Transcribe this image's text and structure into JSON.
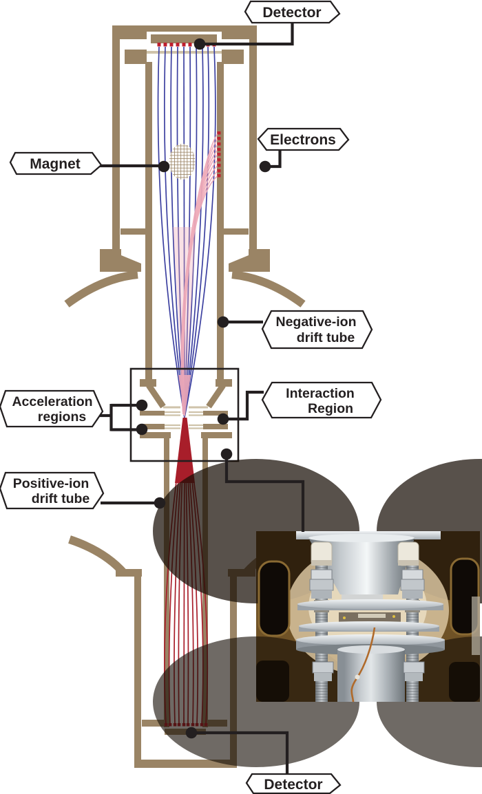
{
  "labels": {
    "detector_top": "Detector",
    "electrons": "Electrons",
    "magnet": "Magnet",
    "negative_drift_1": "Negative-ion",
    "negative_drift_2": "drift tube",
    "acceleration_1": "Acceleration",
    "acceleration_2": "regions",
    "interaction_1": "Interaction",
    "interaction_2": "Region",
    "positive_drift_1": "Positive-ion",
    "positive_drift_2": "drift tube",
    "detector_bottom": "Detector"
  },
  "colors": {
    "structure": "#9a8465",
    "structure-light": "#cfc3aa",
    "ink": "#231f20",
    "beam-negative": "#3c40a0",
    "beam-electron": "#efaab8",
    "beam-positive": "#a81e2a",
    "beam-marker": "#be1e2d",
    "label-bg": "#ffffff",
    "page-bg": "#ffffff"
  },
  "photo": {
    "alt": "Photograph of the interaction-region assembly inside the vacuum chamber"
  }
}
